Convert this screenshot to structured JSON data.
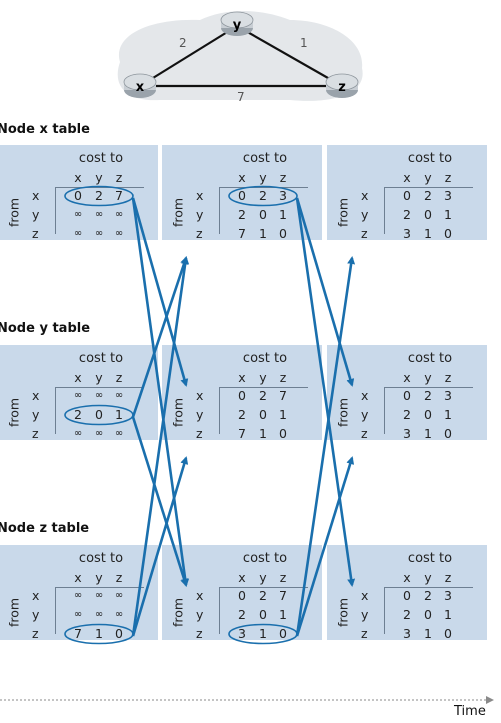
{
  "network": {
    "nodes": [
      "x",
      "y",
      "z"
    ],
    "links": [
      {
        "from": "x",
        "to": "y",
        "cost": "2"
      },
      {
        "from": "y",
        "to": "z",
        "cost": "1"
      },
      {
        "from": "x",
        "to": "z",
        "cost": "7"
      }
    ]
  },
  "labels": {
    "cost_to": "cost to",
    "from": "from",
    "time": "Time"
  },
  "columns": [
    "x",
    "y",
    "z"
  ],
  "rows": [
    "x",
    "y",
    "z"
  ],
  "sections": [
    {
      "title": "Node x table",
      "tables": [
        {
          "cells": [
            [
              "0",
              "2",
              "7"
            ],
            [
              "∞",
              "∞",
              "∞"
            ],
            [
              "∞",
              "∞",
              "∞"
            ]
          ],
          "highlight_row": 0
        },
        {
          "cells": [
            [
              "0",
              "2",
              "3"
            ],
            [
              "2",
              "0",
              "1"
            ],
            [
              "7",
              "1",
              "0"
            ]
          ],
          "highlight_row": 0
        },
        {
          "cells": [
            [
              "0",
              "2",
              "3"
            ],
            [
              "2",
              "0",
              "1"
            ],
            [
              "3",
              "1",
              "0"
            ]
          ],
          "highlight_row": -1
        }
      ]
    },
    {
      "title": "Node y table",
      "tables": [
        {
          "cells": [
            [
              "∞",
              "∞",
              "∞"
            ],
            [
              "2",
              "0",
              "1"
            ],
            [
              "∞",
              "∞",
              "∞"
            ]
          ],
          "highlight_row": 1
        },
        {
          "cells": [
            [
              "0",
              "2",
              "7"
            ],
            [
              "2",
              "0",
              "1"
            ],
            [
              "7",
              "1",
              "0"
            ]
          ],
          "highlight_row": -1
        },
        {
          "cells": [
            [
              "0",
              "2",
              "3"
            ],
            [
              "2",
              "0",
              "1"
            ],
            [
              "3",
              "1",
              "0"
            ]
          ],
          "highlight_row": -1
        }
      ]
    },
    {
      "title": "Node z table",
      "tables": [
        {
          "cells": [
            [
              "∞",
              "∞",
              "∞"
            ],
            [
              "∞",
              "∞",
              "∞"
            ],
            [
              "7",
              "1",
              "0"
            ]
          ],
          "highlight_row": 2
        },
        {
          "cells": [
            [
              "0",
              "2",
              "7"
            ],
            [
              "2",
              "0",
              "1"
            ],
            [
              "3",
              "1",
              "0"
            ]
          ],
          "highlight_row": 2
        },
        {
          "cells": [
            [
              "0",
              "2",
              "3"
            ],
            [
              "2",
              "0",
              "1"
            ],
            [
              "3",
              "1",
              "0"
            ]
          ],
          "highlight_row": -1
        }
      ]
    }
  ],
  "colors": {
    "panel": "#c9d9ea",
    "arrow": "#1a6fad",
    "network_blob": "#e4e7ea"
  }
}
